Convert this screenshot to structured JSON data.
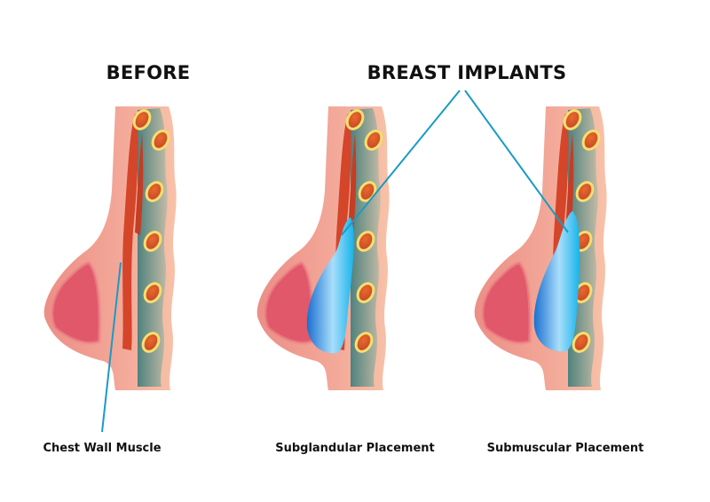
{
  "titles": {
    "before": "BEFORE",
    "implants": "BREAST IMPLANTS"
  },
  "labels": {
    "chest_wall_muscle": "Chest Wall Muscle",
    "subglandular": "Subglandular Placement",
    "submuscular": "Submuscular Placement"
  },
  "colors": {
    "skin": "#f2a596",
    "gland": "#e0586a",
    "muscle": "#d4452a",
    "rib_ring": "#f6df6e",
    "implant": "#2ab2ea",
    "leader_line": "#1a9bc4"
  }
}
